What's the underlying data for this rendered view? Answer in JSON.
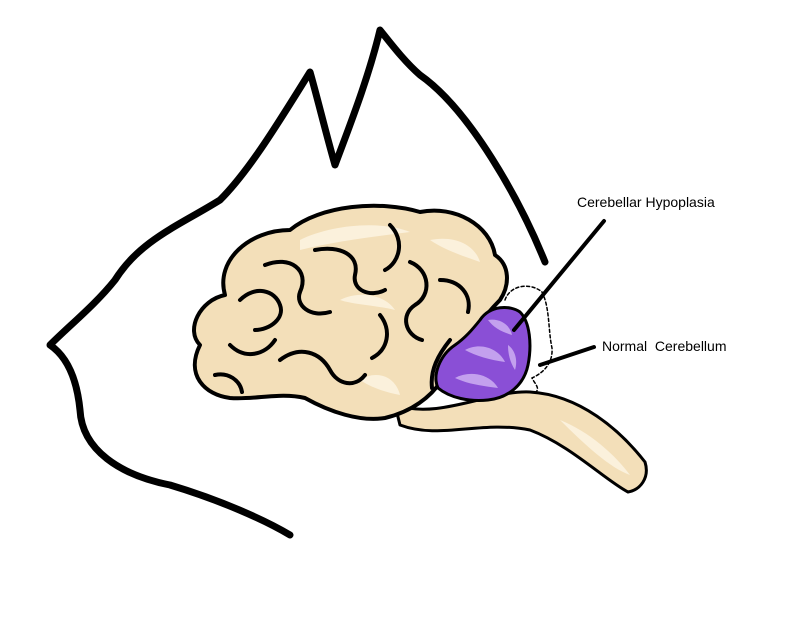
{
  "labels": {
    "hypoplasia": "Cerebellar Hypoplasia",
    "normal": "Normal  Cerebellum"
  },
  "colors": {
    "outline": "#000000",
    "brain_fill": "#f3dfb9",
    "brain_highlight": "#fbf1dc",
    "cerebellum_fill": "#8a4fd6",
    "cerebellum_highlight": "#c3a0ee",
    "background": "#ffffff"
  },
  "icons": {
    "head": "cat-head-silhouette",
    "brain": "brain-illustration",
    "cerebellum": "hypoplastic-cerebellum",
    "normal_outline": "dotted-normal-cerebellum-outline"
  }
}
